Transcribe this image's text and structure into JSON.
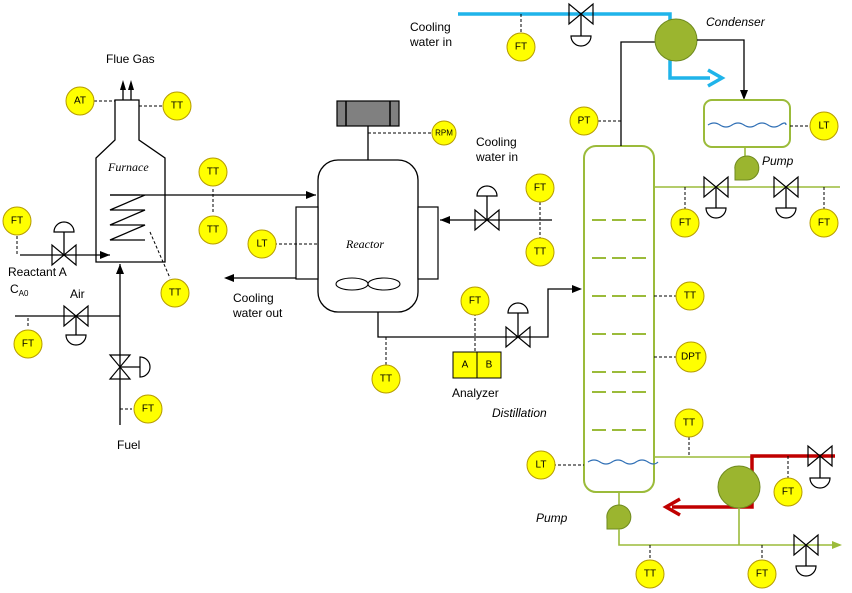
{
  "labels": {
    "cooling_water_in_top": [
      "Cooling",
      "water in"
    ],
    "condenser": "Condenser",
    "flue_gas": "Flue Gas",
    "furnace": "Furnace",
    "reactor": "Reactor",
    "cooling_water_in_reactor": [
      "Cooling",
      "water in"
    ],
    "cooling_water_out": [
      "Cooling",
      "water out"
    ],
    "reactant": "Reactant A",
    "ca0_main": "C",
    "ca0_sub": "A0",
    "air": "Air",
    "fuel": "Fuel",
    "analyzer": "Analyzer",
    "analyzer_a": "A",
    "analyzer_b": "B",
    "distillation": "Distillation",
    "pump_top": "Pump",
    "pump_bottom": "Pump",
    "rpm": "RPM"
  },
  "instruments": {
    "ft_cooling_top": "FT",
    "at_flue": "AT",
    "tt_flue": "TT",
    "pt_column": "PT",
    "lt_reflux_drum": "LT",
    "tt_feed_upper": "TT",
    "tt_feed_lower": "TT",
    "ft_reactant": "FT",
    "tt_furnace_coil": "TT",
    "ft_air": "FT",
    "ft_fuel": "FT",
    "lt_reactor": "LT",
    "ft_cw_reactor_upper": "FT",
    "tt_cw_reactor_lower": "TT",
    "tt_reactor_outlet": "TT",
    "ft_reactor_outlet": "FT",
    "ft_reflux_left": "FT",
    "ft_reflux_right": "FT",
    "tt_column_mid": "TT",
    "dpt_column": "DPT",
    "tt_column_bottom": "TT",
    "lt_column_bottom": "LT",
    "ft_reboiler_steam": "FT",
    "tt_bottoms": "TT",
    "ft_bottoms": "FT"
  },
  "colors": {
    "instrument_fill": "#ffff00",
    "equipment_green": "#9bb52f",
    "cooling_water_blue": "#1fb4ea",
    "steam_red": "#c00000",
    "liquid_level_blue": "#2f6fb5"
  }
}
